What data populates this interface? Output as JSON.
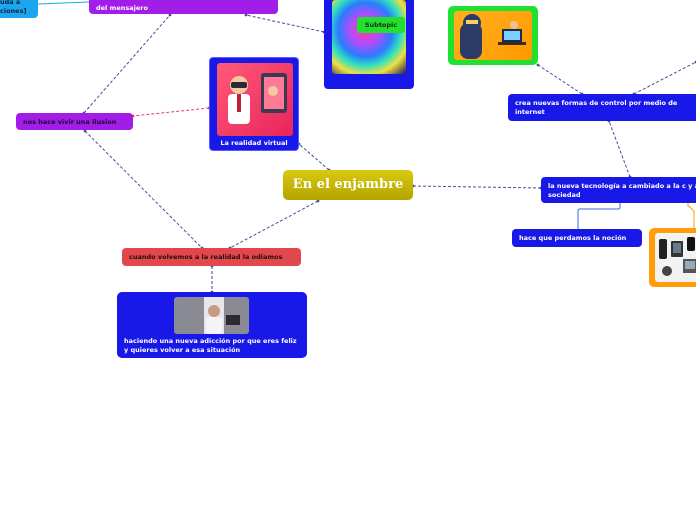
{
  "map": {
    "center": "En el enjambre",
    "vr_label": "La realidad virtual",
    "subtopic_label": "Subtopic",
    "top_left_purple": "del mensajero",
    "top_left_blue": "uda a\nciones]",
    "ilusion": "nos hace vivir una ilusion",
    "odiamos": "cuando volvemos a la realidad la odiamos",
    "adiccion": "haciendo una nueva adicción por que eres feliz y quieres volver a esa situación",
    "control": "crea nuevas formas de control por medio de internet",
    "tech": "la nueva tecnología a cambiado a la c y a la sociedad",
    "nocion": "hace que perdamos la noción"
  },
  "colors": {
    "center": "#c8b80a",
    "blue": "#1818e8",
    "purple": "#a21ee8",
    "red": "#e0484e",
    "green": "#22e030",
    "orange": "#ff9d0a",
    "light_blue": "#1ba6ee",
    "link_pink": "#e83c6a",
    "link_dark": "#4a4aa0"
  },
  "icons": {
    "vr": "virtual-reality-illustration",
    "top_center": "swirl-art-image",
    "adiccion": "person-at-computer-photo",
    "spy": "hacker-spy-illustration",
    "devices": "electronic-devices-image"
  }
}
